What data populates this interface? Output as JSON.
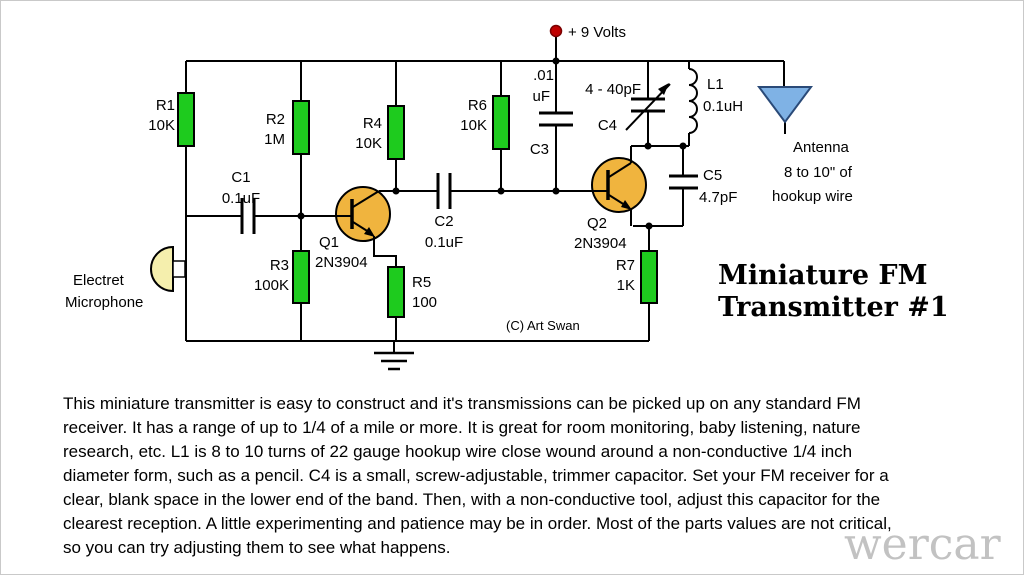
{
  "supply": {
    "label": "+ 9 Volts"
  },
  "title": {
    "line1": "Miniature FM",
    "line2": "Transmitter #1"
  },
  "copyright": "(C) Art Swan",
  "watermark": "wercar",
  "microphone": {
    "line1": "Electret",
    "line2": "Microphone"
  },
  "antenna": {
    "line1": "Antenna",
    "line2": "8 to 10\" of",
    "line3": "hookup wire"
  },
  "components": {
    "r1": {
      "name": "R1",
      "value": "10K"
    },
    "r2": {
      "name": "R2",
      "value": "1M"
    },
    "r3": {
      "name": "R3",
      "value": "100K"
    },
    "r4": {
      "name": "R4",
      "value": "10K"
    },
    "r5": {
      "name": "R5",
      "value": "100"
    },
    "r6": {
      "name": "R6",
      "value": "10K"
    },
    "r7": {
      "name": "R7",
      "value": "1K"
    },
    "c1": {
      "name": "C1",
      "value": "0.1uF"
    },
    "c2": {
      "name": "C2",
      "value": "0.1uF"
    },
    "c3": {
      "name": "C3",
      "value_line1": ".01",
      "value_line2": "uF"
    },
    "c4": {
      "name": "C4",
      "value": "4 - 40pF"
    },
    "c5": {
      "name": "C5",
      "value": "4.7pF"
    },
    "l1": {
      "name": "L1",
      "value": "0.1uH"
    },
    "q1": {
      "name": "Q1",
      "value": "2N3904"
    },
    "q2": {
      "name": "Q2",
      "value": "2N3904"
    }
  },
  "description": {
    "lines": [
      "This miniature transmitter is easy to construct and it's transmissions can be picked up on any standard FM",
      "receiver. It has a range of up to 1/4 of a mile or more. It is great for room monitoring, baby listening, nature",
      "research, etc. L1 is 8 to 10 turns of 22 gauge hookup wire close wound around a non-conductive 1/4 inch",
      "diameter form, such as a pencil. C4 is a small, screw-adjustable, trimmer capacitor. Set your FM receiver for a",
      "clear, blank space in the lower end of the band. Then, with a non-conductive tool, adjust this capacitor for the",
      "clearest reception. A little experimenting and patience may be in order. Most of the parts values are not critical,",
      "so you can try adjusting them to see what happens."
    ]
  },
  "colors": {
    "resistor_fill": "#1ecb1e",
    "transistor_fill": "#f0b43e",
    "microphone_fill": "#f5efad",
    "antenna_fill": "#7fb2e5",
    "supply_dot": "#c00000",
    "wire": "#000000",
    "watermark": "#c2c2c2"
  }
}
